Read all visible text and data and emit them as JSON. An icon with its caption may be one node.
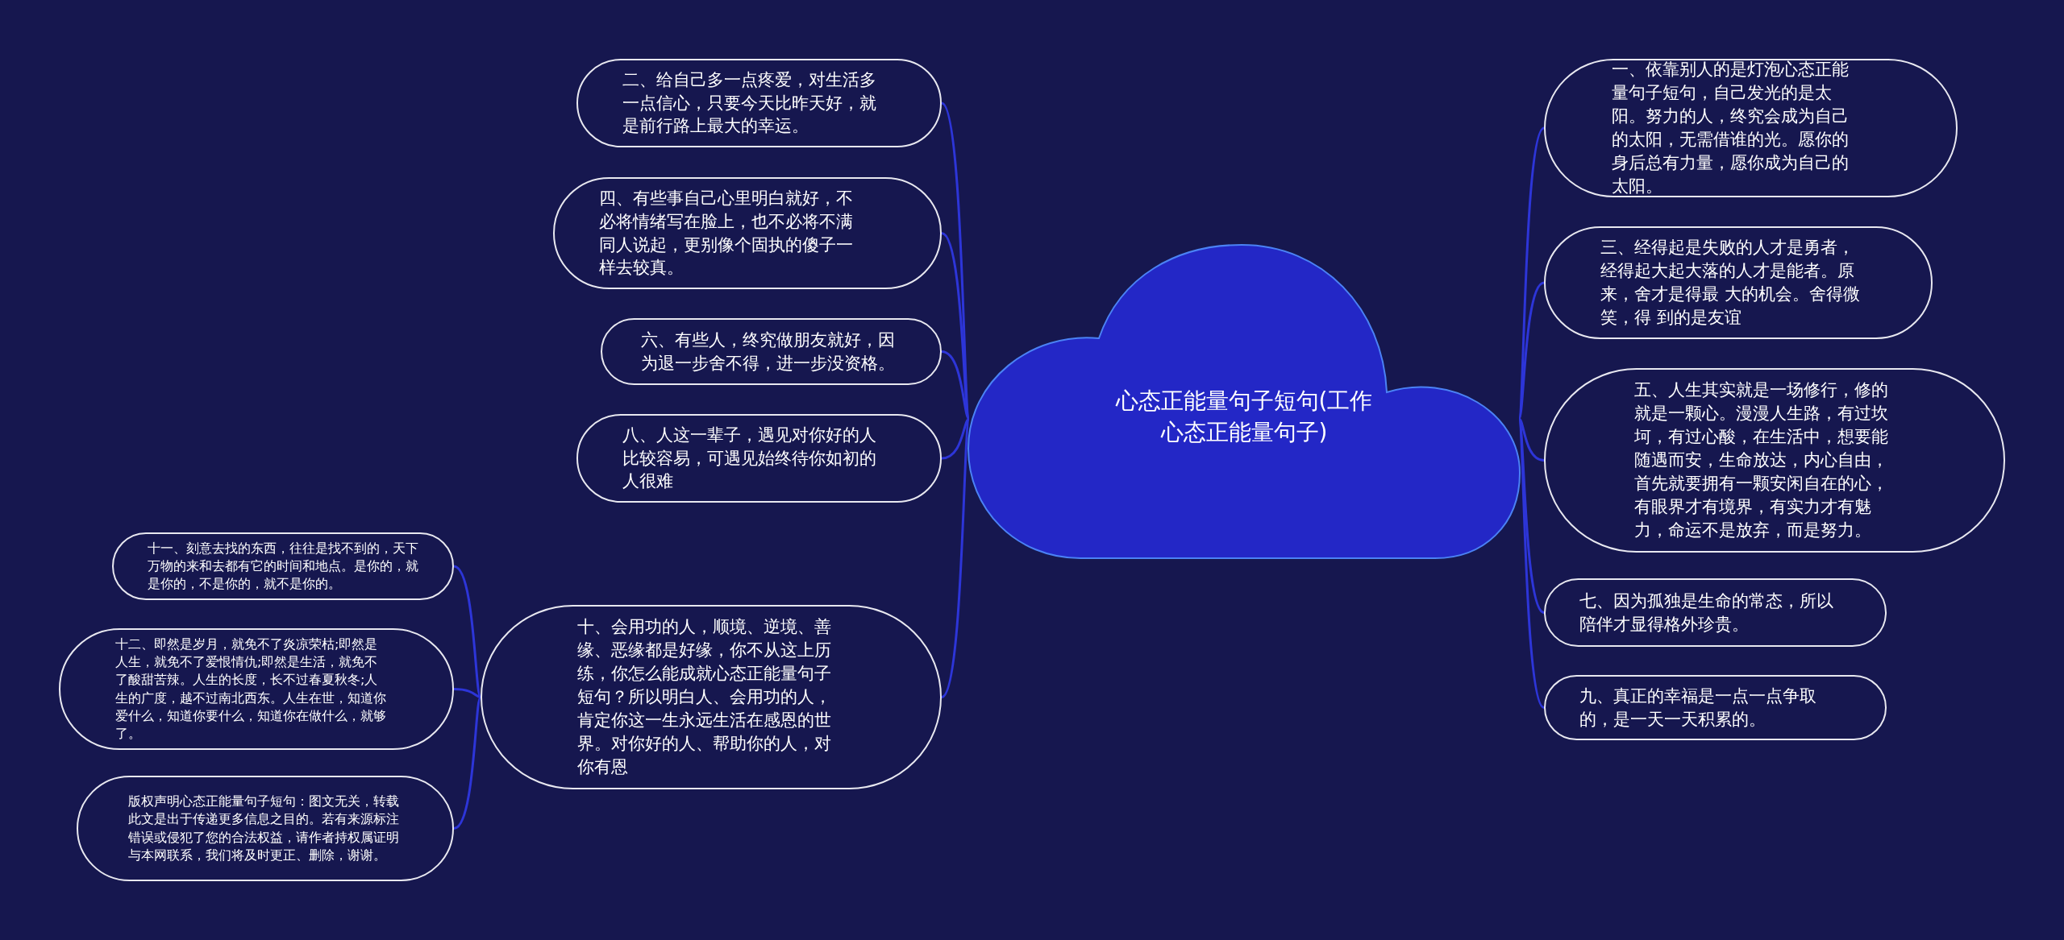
{
  "diagram": {
    "nodes": [
      {
        "text": [
          "心态正能量句子短句(工作心态正能量句子)"
        ]
      },
      {
        "text": [
          "一、依靠别人的是灯泡心态正能量句子短句，自己发光的是太阳。努力的人，终究会成为自己的太阳，无需借谁的光。愿你的身后总有力量，愿你成为自己的太阳。"
        ]
      },
      {
        "text": [
          "三、经得起是失败的人才是勇者，经得起大起大落的人才是能者。原来，舍才是得最 大的机会。舍得微笑，得 到的是友谊"
        ]
      },
      {
        "text": [
          "五、人生其实就是一场修行，修的就是一颗心。漫漫人生路，有过坎坷，有过心酸，在生活中，想要能随遇而安，生命放达，内心自由，首先就要拥有一颗安闲自在的心，有眼界才有境界，有实力才有魅力，命运不是放弃，而是努力。"
        ]
      },
      {
        "text": [
          "七、因为孤独是生命的常态，所以陪伴才显得格外珍贵。"
        ]
      },
      {
        "text": [
          "九、真正的幸福是一点一点争取的，是一天一天积累的。"
        ]
      },
      {
        "text": [
          "二、给自己多一点疼爱，对生活多一点信心，只要今天比昨天好，就是前行路上最大的幸运。"
        ]
      },
      {
        "text": [
          "四、有些事自己心里明白就好，不必将情绪写在脸上，也不必将不满同人说起，更别像个固执的傻子一样去较真。"
        ]
      },
      {
        "text": [
          "六、有些人，终究做朋友就好，因为退一步舍不得，进一步没资格。"
        ]
      },
      {
        "text": [
          "八、人这一辈子，遇见对你好的人比较容易，可遇见始终待你如初的人很难"
        ]
      },
      {
        "text": [
          "十、会用功的人，顺境、逆境、善缘、恶缘都是好缘，你不从这上历练，你怎么能成就心态正能量句子短句？所以明白人、会用功的人，肯定你这一生永远生活在感恩的世界。对你好的人、帮助你的人，对你有恩"
        ]
      },
      {
        "text": [
          "十一、刻意去找的东西，往往是找不到的，天下万物的来和去都有它的时间和地点。是你的，就是你的，不是你的，就不是你的。"
        ]
      },
      {
        "text": [
          "十二、即然是岁月，就免不了炎凉荣枯;即然是人生，就免不了爱恨情仇;即然是生活，就免不了酸甜苦辣。人生的长度，长不过春夏秋冬;人生的广度，越不过南北西东。人生在世，知道你爱什么，知道你要什么，知道你在做什么，就够了。"
        ]
      },
      {
        "text": [
          "版权声明心态正能量句子短句：图文无关，转载此文是出于传递更多信息之目的。若有来源标注错误或侵犯了您的合法权益，请作者持权属证明与本网联系，我们将及时更正、删除，谢谢。"
        ]
      }
    ],
    "edges": [
      {
        "from": 0,
        "to": 1,
        "arrow": "none"
      },
      {
        "from": 0,
        "to": 2,
        "arrow": "none"
      },
      {
        "from": 0,
        "to": 3,
        "arrow": "none"
      },
      {
        "from": 0,
        "to": 4,
        "arrow": "none"
      },
      {
        "from": 0,
        "to": 5,
        "arrow": "none"
      },
      {
        "from": 0,
        "to": 6,
        "arrow": "none"
      },
      {
        "from": 0,
        "to": 7,
        "arrow": "none"
      },
      {
        "from": 0,
        "to": 8,
        "arrow": "none"
      },
      {
        "from": 0,
        "to": 9,
        "arrow": "none"
      },
      {
        "from": 0,
        "to": 10,
        "arrow": "none"
      },
      {
        "from": 10,
        "to": 11,
        "arrow": "none"
      },
      {
        "from": 10,
        "to": 12,
        "arrow": "none"
      },
      {
        "from": 10,
        "to": 13,
        "arrow": "none"
      }
    ]
  }
}
